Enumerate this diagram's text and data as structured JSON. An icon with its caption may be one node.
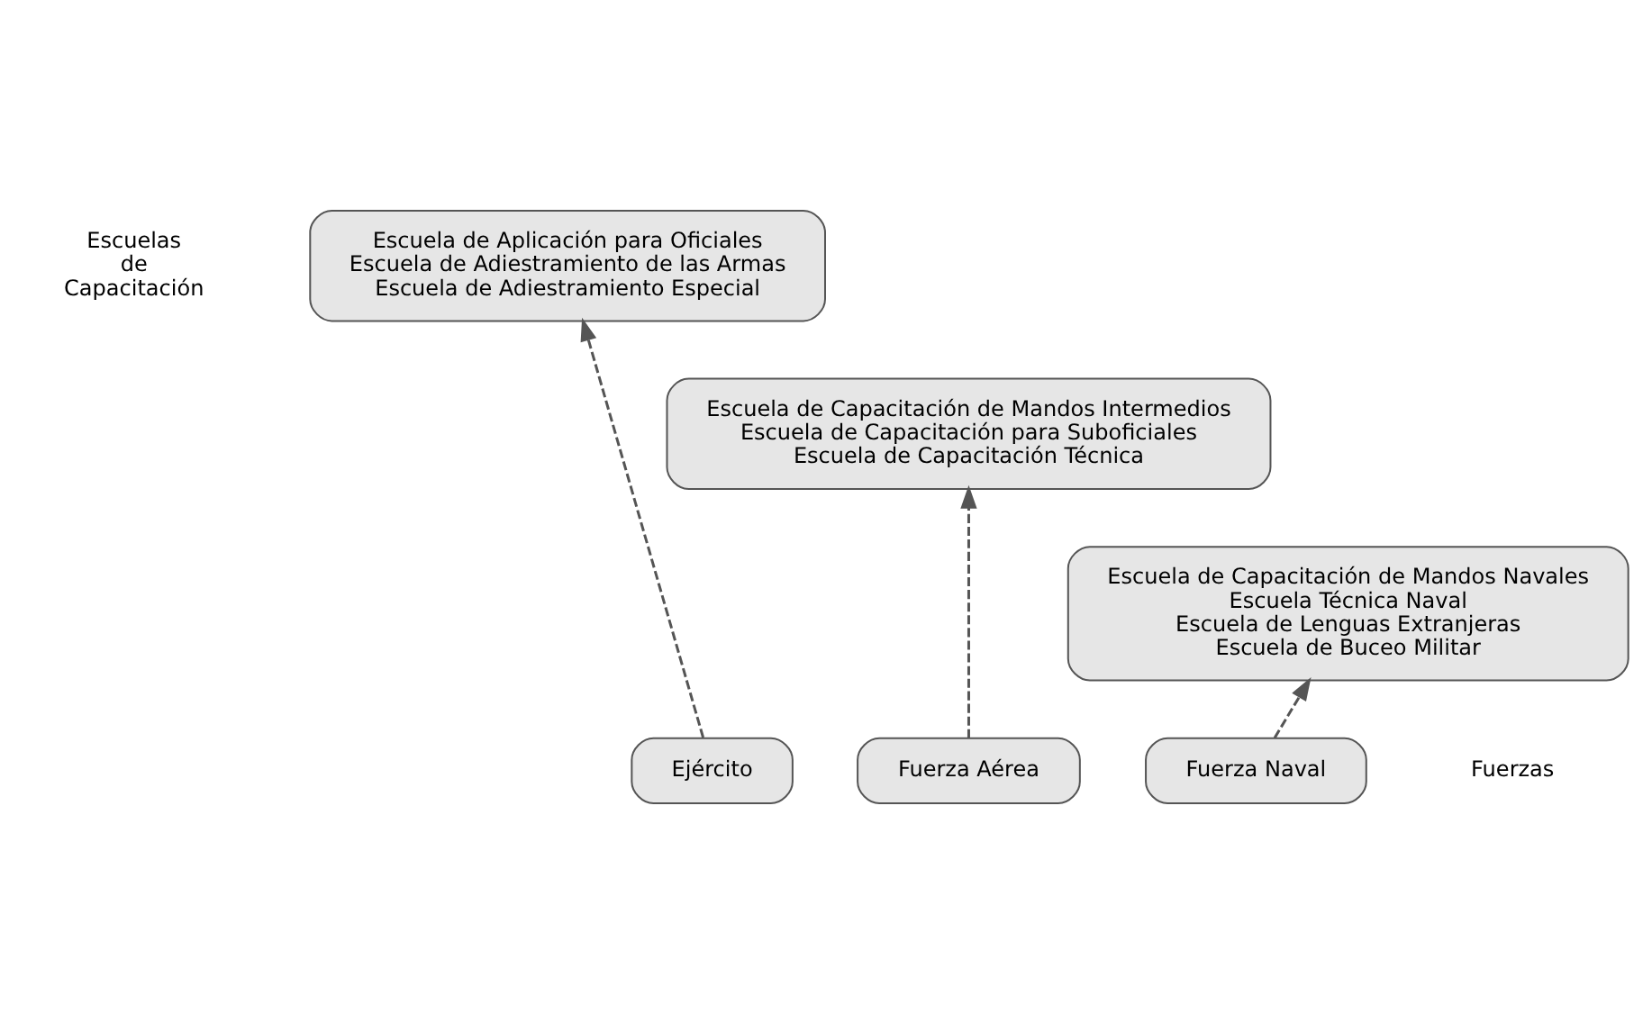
{
  "diagram": {
    "nodes": [
      {
        "text": [
          "Escuela de Aplicación para Oficiales",
          "Escuela de Adiestramiento de las Armas",
          "Escuela de Adiestramiento Especial"
        ]
      },
      {
        "text": [
          "Escuela de Capacitación de Mandos Intermedios",
          "Escuela de Capacitación para Suboficiales",
          "Escuela de Capacitación Técnica"
        ]
      },
      {
        "text": [
          "Escuela de Capacitación de Mandos Navales",
          "Escuela Técnica Naval",
          "Escuela de Lenguas Extranjeras",
          "Escuela de Buceo Militar"
        ]
      },
      {
        "text": [
          "Ejército"
        ]
      },
      {
        "text": [
          "Fuerza Aérea"
        ]
      },
      {
        "text": [
          "Fuerza Naval"
        ]
      }
    ],
    "edges": [
      {
        "from": 3,
        "to": 0,
        "arrow": "to",
        "style": "dashed"
      },
      {
        "from": 4,
        "to": 1,
        "arrow": "to",
        "style": "dashed"
      },
      {
        "from": 5,
        "to": 2,
        "arrow": "to",
        "style": "dashed"
      }
    ],
    "labels": [
      "Escuelas de Capacitación",
      "Fuerzas"
    ]
  }
}
